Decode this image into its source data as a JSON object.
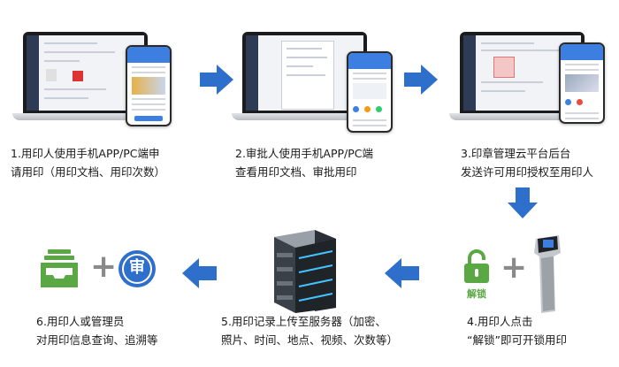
{
  "steps": {
    "s1": {
      "line1": "1.用印人使用手机APP/PC端申",
      "line2": "请用印（用印文档、用印次数）"
    },
    "s2": {
      "line1": "2.审批人使用手机APP/PC端",
      "line2": "查看用印文档、审批用印"
    },
    "s3": {
      "line1": "3.印章管理云平台后台",
      "line2": "发送许可用印授权至用印人"
    },
    "s4": {
      "line1": "4.用印人点击",
      "line2": "“解锁”即可开锁用印"
    },
    "s5": {
      "line1": "5.用印记录上传至服务器（加密、",
      "line2": "照片、时间、地点、视频、次数等）"
    },
    "s6": {
      "line1": "6.用印人或管理员",
      "line2": "对用印信息查询、追溯等"
    }
  },
  "icons": {
    "lock_label": "解锁",
    "seal_char": "审",
    "plus": "+"
  },
  "colors": {
    "arrow": "#2f6fcc",
    "green": "#5aa844",
    "seal_blue": "#2f6fcc"
  }
}
